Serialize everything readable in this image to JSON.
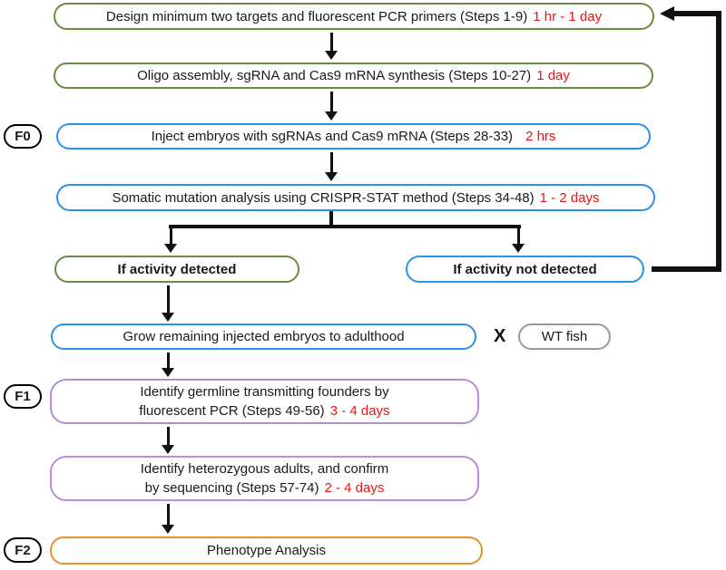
{
  "colors": {
    "olive_border": "#6b8c40",
    "blue_border": "#2f90ea",
    "purple_border": "#b18fda",
    "orange_border": "#e8912d",
    "gray_border": "#9a9a9a",
    "duration_red": "#ee1212",
    "arrow_black": "#111111",
    "text_black": "#1a1a1a"
  },
  "labels": {
    "f0": "F0",
    "f1": "F1",
    "f2": "F2",
    "cross": "X"
  },
  "nodes": {
    "design": {
      "text": "Design minimum two targets and fluorescent PCR primers (Steps 1-9)",
      "time": "1 hr - 1 day"
    },
    "oligo": {
      "text": "Oligo assembly, sgRNA and Cas9 mRNA synthesis (Steps 10-27)",
      "time": "1 day"
    },
    "inject": {
      "text": "Inject embryos with sgRNAs and Cas9 mRNA (Steps 28-33)",
      "time": "2 hrs"
    },
    "somatic": {
      "text": "Somatic mutation analysis using CRISPR-STAT method (Steps 34-48)",
      "time": "1 - 2 days"
    },
    "detected": {
      "text": "If activity detected"
    },
    "not_detected": {
      "text": "If activity not detected"
    },
    "grow": {
      "text": "Grow remaining injected embryos to adulthood"
    },
    "wt_fish": {
      "text": "WT fish"
    },
    "founders": {
      "line1": "Identify germline transmitting founders by",
      "line2": "fluorescent PCR (Steps 49-56)",
      "time": "3 - 4 days"
    },
    "heterozygous": {
      "line1": "Identify heterozygous adults, and confirm",
      "line2": "by sequencing (Steps 57-74)",
      "time": "2 - 4 days"
    },
    "phenotype": {
      "text": "Phenotype Analysis"
    }
  }
}
